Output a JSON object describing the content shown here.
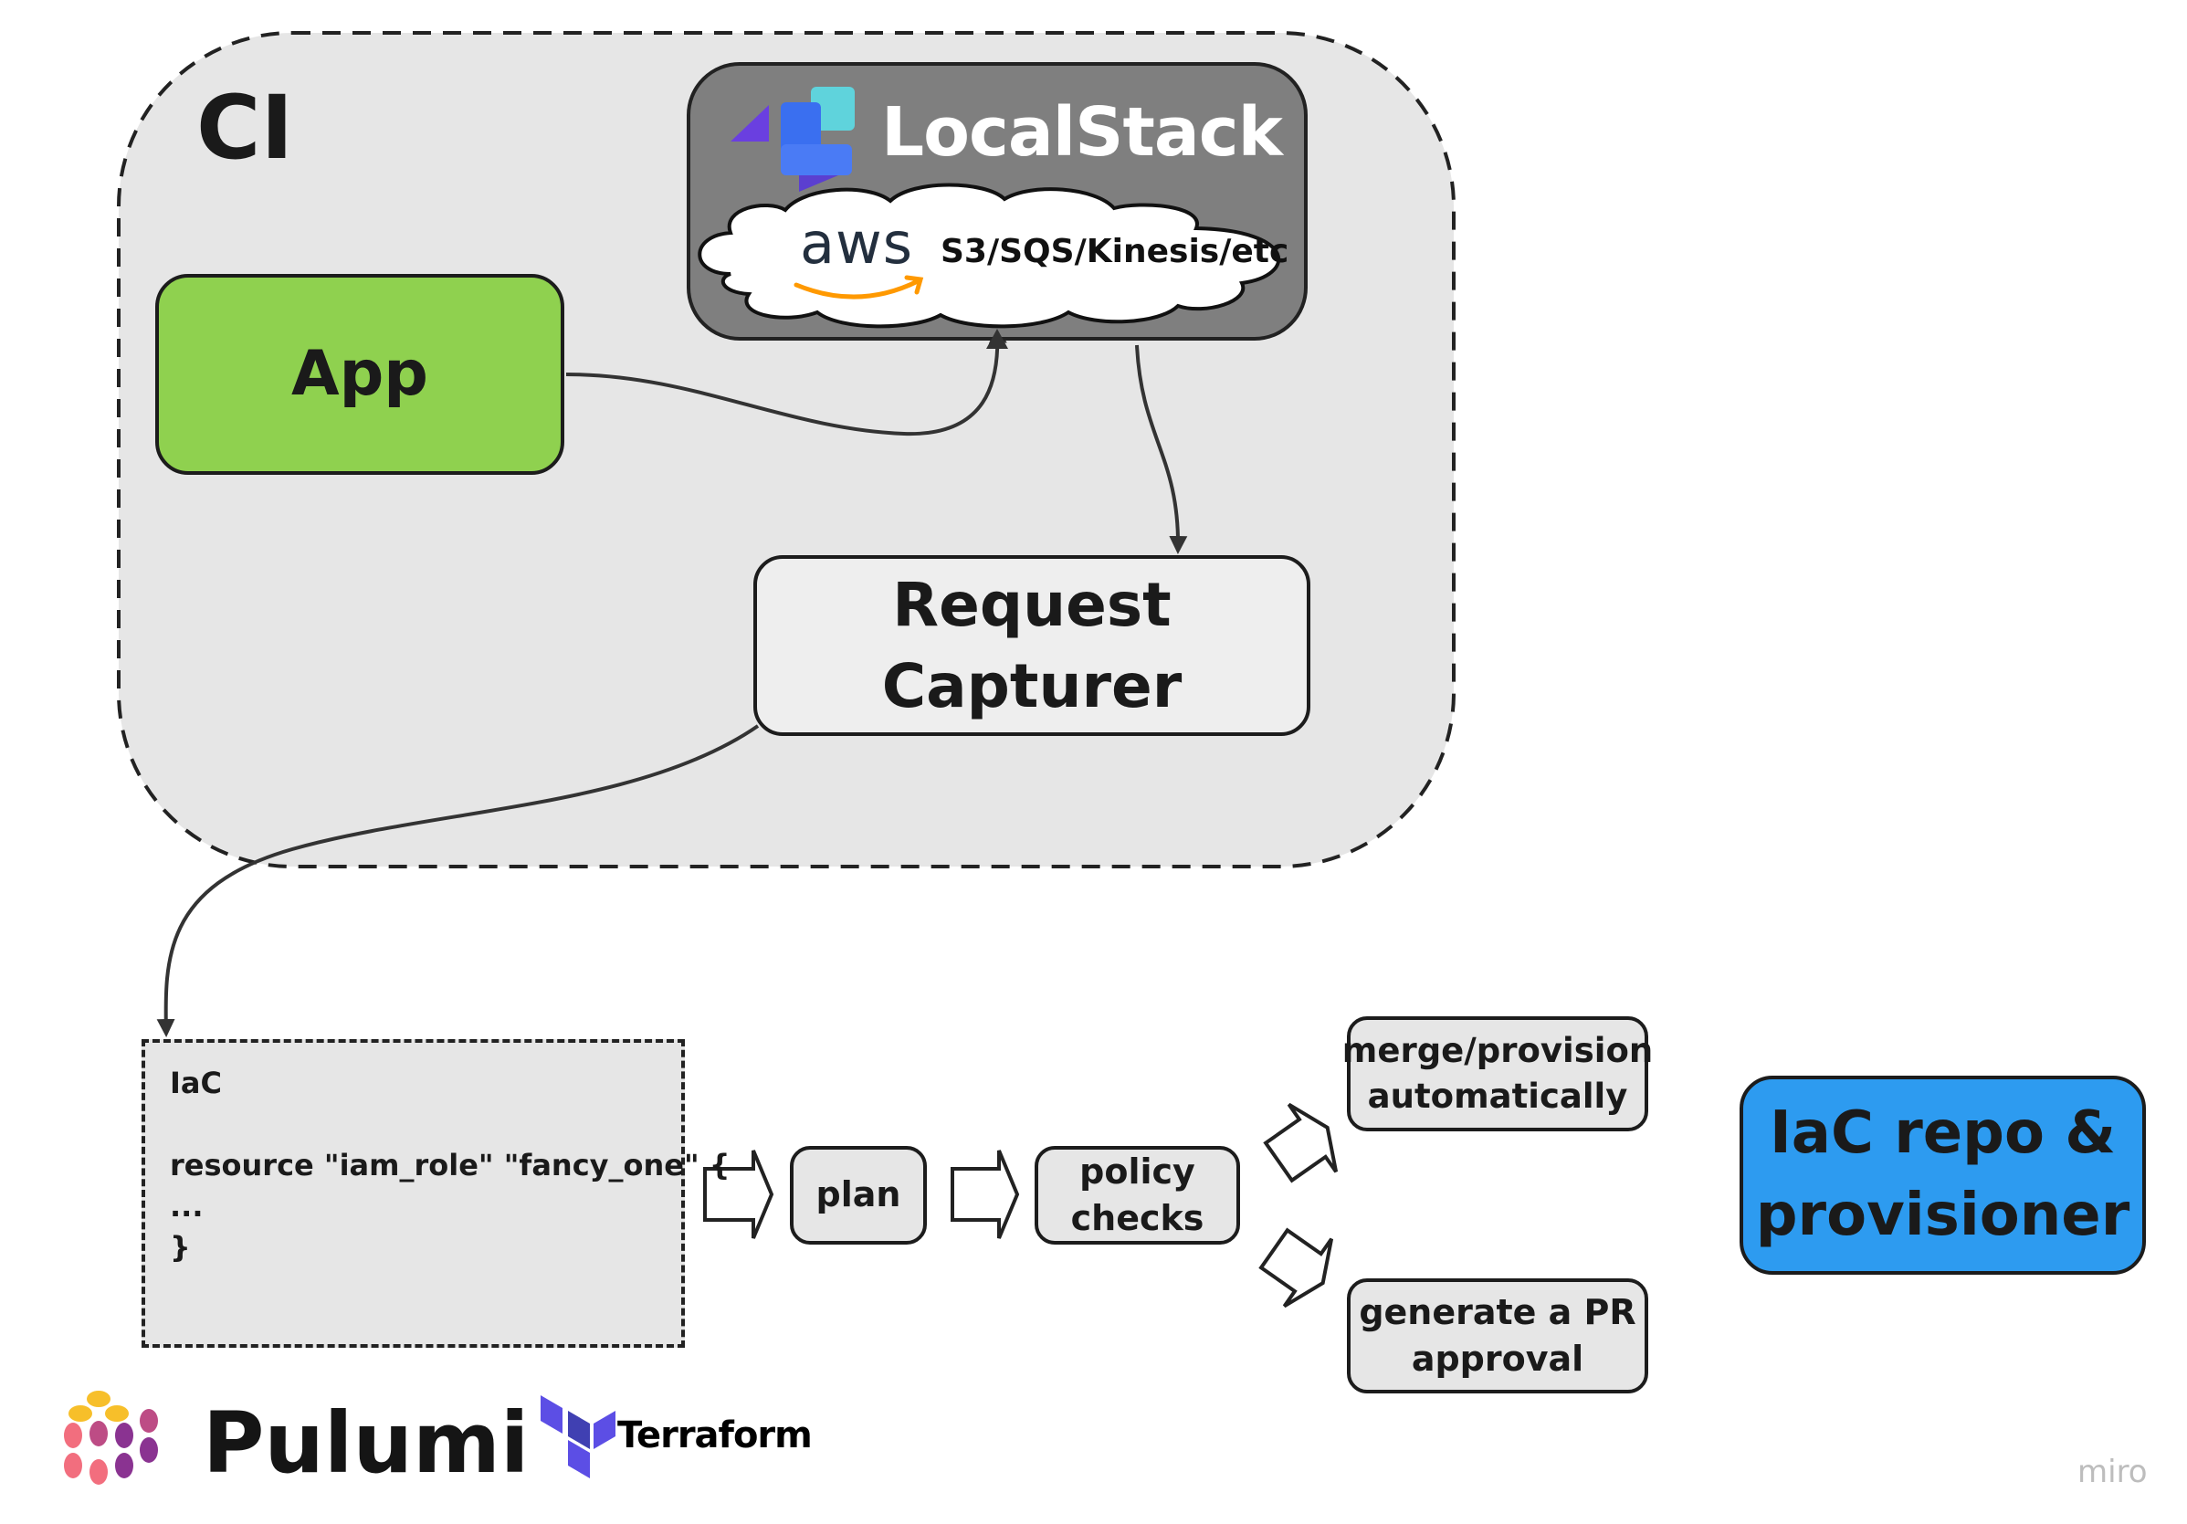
{
  "ci": {
    "title": "CI"
  },
  "localstack": {
    "title": "LocalStack",
    "aws": "aws",
    "services": "S3/SQS/Kinesis/etc"
  },
  "nodes": {
    "app": "App",
    "request_capturer": "Request Capturer",
    "plan": "plan",
    "policy_checks": "policy checks",
    "merge_provision": "merge/provision automatically",
    "generate_pr": "generate a PR approval",
    "iac_repo": "IaC repo & provisioner"
  },
  "iac_box": {
    "text": "IaC\n\nresource \"iam_role\" \"fancy_one\" {\n...\n}"
  },
  "logos": {
    "pulumi": "Pulumi",
    "terraform": "Terraform",
    "miro": "miro"
  },
  "colors": {
    "app": "#8fd14f",
    "repo": "#2d9bf0",
    "localstack_bg": "#7f7f7f",
    "ci_bg": "#e6e6e6",
    "aws_orange": "#ff9900"
  }
}
